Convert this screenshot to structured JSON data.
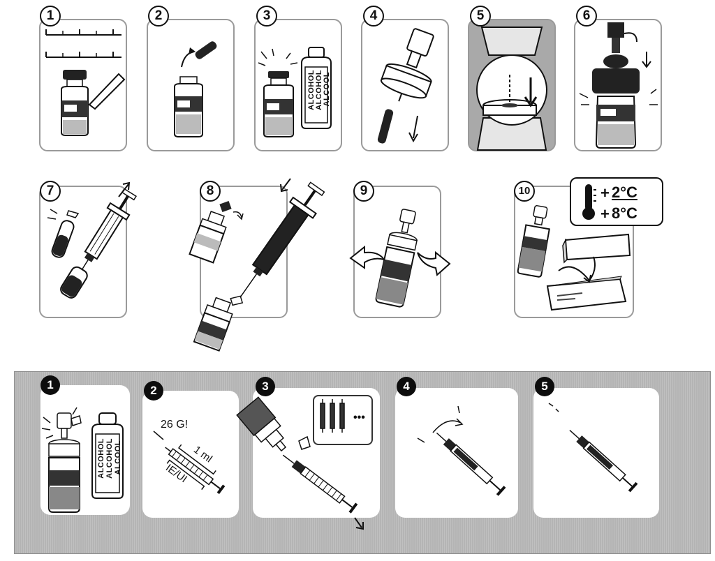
{
  "colors": {
    "ink": "#111111",
    "panel_border": "#9a9a9a",
    "band": "#b4b4b4",
    "dark_panel": "#a9a9a9"
  },
  "top_steps": [
    {
      "number": "1",
      "icons": [
        "measuring-scale-icon",
        "vial-icon",
        "label-tag-icon"
      ]
    },
    {
      "number": "2",
      "icons": [
        "vial-icon",
        "cap-removed-icon"
      ]
    },
    {
      "number": "3",
      "icons": [
        "vial-icon",
        "alcohol-bottle-icon"
      ],
      "alcohol_label": [
        "ALCOHOL",
        "ALCOHOL",
        "ALCOOL"
      ]
    },
    {
      "number": "4",
      "icons": [
        "vial-adapter-icon"
      ]
    },
    {
      "number": "5",
      "icons": [
        "adapter-closeup-icon"
      ]
    },
    {
      "number": "6",
      "icons": [
        "vial-with-adapter-icon"
      ]
    },
    {
      "number": "7",
      "icons": [
        "ampoule-icon",
        "syringe-icon"
      ]
    },
    {
      "number": "8",
      "icons": [
        "syringe-icon",
        "vial-icon"
      ]
    },
    {
      "number": "9",
      "icons": [
        "swirl-arrows-icon",
        "vial-icon"
      ]
    },
    {
      "number": "10",
      "icons": [
        "thermometer-icon",
        "carton-box-icon"
      ]
    }
  ],
  "storage": {
    "temp_high": "2°C",
    "temp_low": "8°C",
    "plus_sign": "+"
  },
  "bottom_steps": [
    {
      "number": "1",
      "alcohol_label": [
        "ALCOHOL",
        "ALCOHOL",
        "ALCOOL"
      ]
    },
    {
      "number": "2",
      "needle_gauge": "26 G!",
      "volume": "1 ml",
      "units": "IE/UI"
    },
    {
      "number": "3",
      "more": "•••"
    },
    {
      "number": "4"
    },
    {
      "number": "5"
    }
  ]
}
